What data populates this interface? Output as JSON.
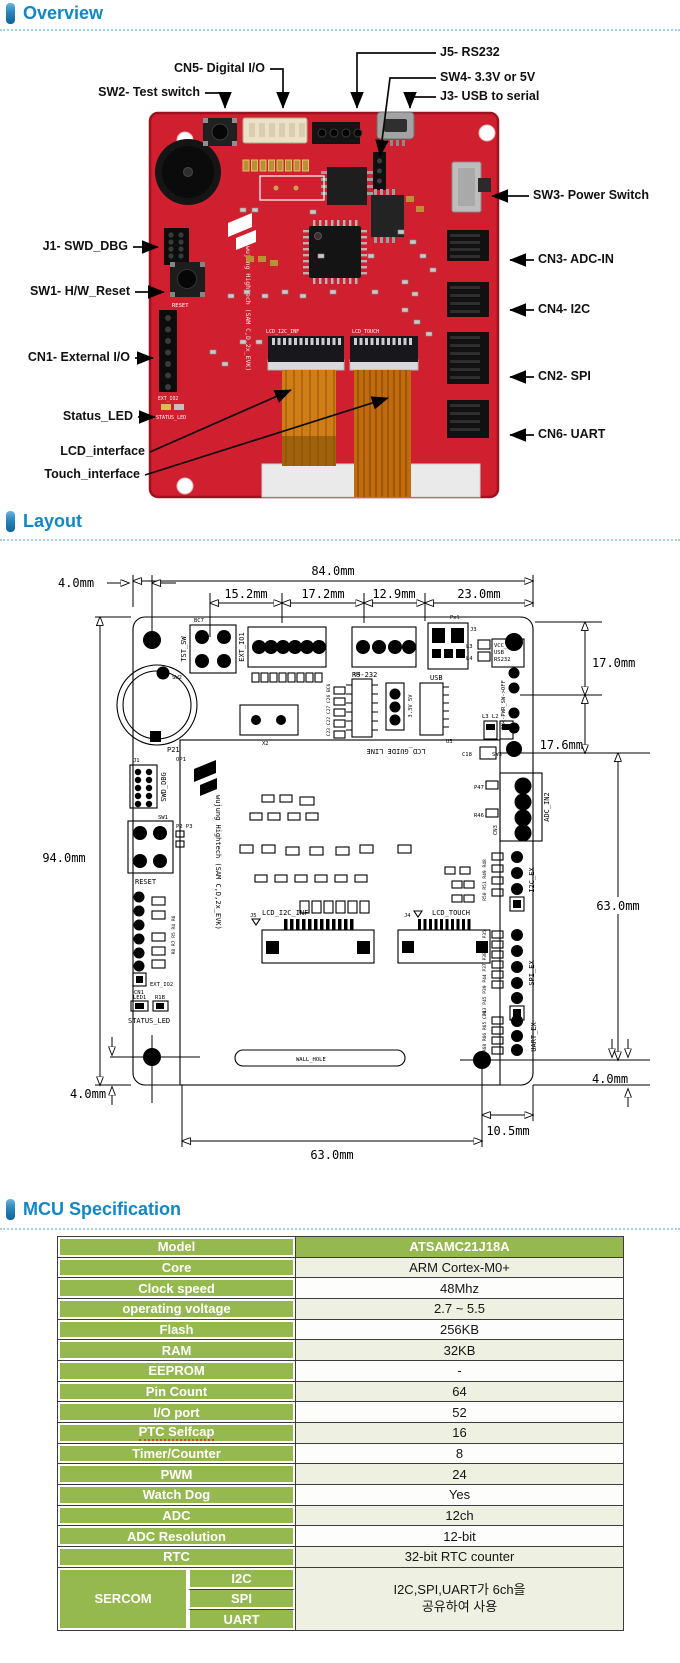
{
  "headers": {
    "overview": "Overview",
    "layout": "Layout",
    "mcu": "MCU Specification"
  },
  "overview": {
    "callouts": {
      "cn5": "CN5- Digital I/O",
      "sw2": "SW2- Test switch",
      "j5": "J5- RS232",
      "sw4": "SW4- 3.3V or 5V",
      "j3": "J3- USB to serial",
      "sw3": "SW3- Power Switch",
      "j1": "J1- SWD_DBG",
      "sw1": "SW1- H/W_Reset",
      "cn1": "CN1- External I/O",
      "status_led": "Status_LED",
      "lcd": "LCD_interface",
      "touch": "Touch_interface",
      "cn3": "CN3- ADC-IN",
      "cn4": "CN4- I2C",
      "cn2": "CN2- SPI",
      "cn6": "CN6- UART"
    },
    "silkscreen": {
      "logo": "wujung Hightech (SAM C,D,2x_EVK)",
      "reset": "RESET",
      "status_led": "STATUS_LED",
      "ext_io2": "EXT_IO2",
      "lcd_if": "LCD_I2C_INF",
      "touch_if": "LCD_TOUCH"
    },
    "board_color": "#d01f2e"
  },
  "layout": {
    "dims": {
      "top_total": "84.0mm",
      "top_left": "4.0mm",
      "seg_a": "15.2mm",
      "seg_b": "17.2mm",
      "seg_c": "12.9mm",
      "seg_d": "23.0mm",
      "left_total": "94.0mm",
      "right_a": "17.0mm",
      "right_b": "17.6mm",
      "right_c": "63.0mm",
      "bottom_left": "4.0mm",
      "bottom_right": "4.0mm",
      "bottom_total": "63.0mm",
      "bottom_offset": "10.5mm"
    },
    "labels": {
      "tst_sw": "TST_SW",
      "sw2": "SW2",
      "ext_io1": "EXT_IO1",
      "rs232": "RS-232",
      "usb": "USB",
      "j3": "J3",
      "pxl": "Pxl",
      "vcc_in": "VCC_IN",
      "vcc_usb": "USB",
      "vcc_rs232": "RS232",
      "l3": "L3",
      "l4": "L4",
      "l3l2": "L3 L2",
      "pwr_sw": "ON<-PWR_SW->OFF",
      "sw3": "SW3",
      "c18": "C18",
      "j1": "J1",
      "swd_dbg": "SWD_DBG",
      "sw1": "SW1",
      "reset": "RESET",
      "ext_io2": "EXT_IO2",
      "cn1": "CN1",
      "status_led": "STATUS_LED",
      "led1": "LED1",
      "r1b": "R1B",
      "p21": "P21",
      "op1": "OP1",
      "bc7": "BC7",
      "p2p3": "P2 P3",
      "logo": "wujung Hightech (SAM C,D,2x_EVK)",
      "x2": "X2",
      "u3": "U3",
      "u4": "U4",
      "sel_33_5": "3.3V 5V",
      "lcd_guide": "LCD_GUIDE LINE",
      "lcd_i2c": "LCD_I2C_INF",
      "j5t": "J5",
      "j4": "J4",
      "lcd_touch": "LCD_TOUCH",
      "adc_in2": "ADC_IN2",
      "cn3": "CN3",
      "i2c_ex": "I2C_EX",
      "spi_ex": "SPI_EX",
      "uart_ex": "UART_EX",
      "wall_hole": "WALL_HOLE",
      "p47": "P47",
      "r46": "R46",
      "refs_i2c": "R50 R51 R49 R48",
      "refs_spi": "P43 P45 P39 P44 P37 P38 P36 P35",
      "refs_uart": "R67 R68 R66 R65 C28",
      "refs_exio": "R8 R7 R5 R4 R6",
      "refs_caps": "C23 C22 C27 C26 BC6"
    }
  },
  "spec_table": {
    "rows": [
      {
        "label": "Model",
        "value": "ATSAMC21J18A"
      },
      {
        "label": "Core",
        "value": "ARM Cortex-M0+"
      },
      {
        "label": "Clock speed",
        "value": "48Mhz"
      },
      {
        "label": "operating voltage",
        "value": "2.7 ~ 5.5"
      },
      {
        "label": "Flash",
        "value": "256KB"
      },
      {
        "label": "RAM",
        "value": "32KB"
      },
      {
        "label": "EEPROM",
        "value": "-"
      },
      {
        "label": "Pin Count",
        "value": "64"
      },
      {
        "label": "I/O port",
        "value": "52"
      },
      {
        "label": "PTC Selfcap",
        "value": "16"
      },
      {
        "label": "Timer/Counter",
        "value": "8"
      },
      {
        "label": "PWM",
        "value": "24"
      },
      {
        "label": "Watch Dog",
        "value": "Yes"
      },
      {
        "label": "ADC",
        "value": "12ch"
      },
      {
        "label": "ADC Resolution",
        "value": "12-bit"
      },
      {
        "label": "RTC",
        "value": "32-bit RTC counter"
      }
    ],
    "sercom": {
      "label": "SERCOM",
      "sub_i2c": "I2C",
      "sub_spi": "SPI",
      "sub_uart": "UART",
      "value_line1": "I2C,SPI,UART가 6ch을",
      "value_line2": "공유하여 사용"
    },
    "colors": {
      "green": "#95b84f",
      "light": "#eef1e1",
      "border": "#3c3c3c"
    }
  }
}
